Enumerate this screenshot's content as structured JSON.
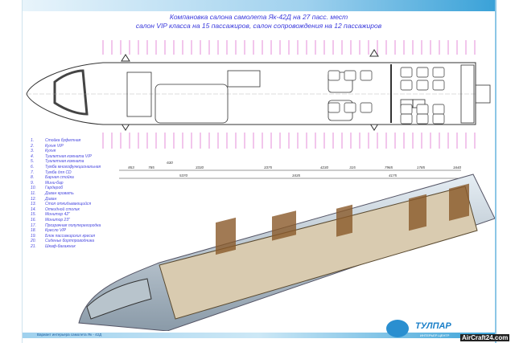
{
  "title": {
    "line1": "Компановка салона самолета Як-42Д на 27 пасс. мест",
    "line2": "салон VIP класса на 15 пассажиров, салон сопровождения на 12 пассажиров"
  },
  "legend": [
    {
      "n": "1.",
      "label": "Стойка буфетная"
    },
    {
      "n": "2.",
      "label": "Кухня VIP"
    },
    {
      "n": "3.",
      "label": "Кухня"
    },
    {
      "n": "4.",
      "label": "Туалетная комната VIP"
    },
    {
      "n": "5.",
      "label": "Туалетная комната"
    },
    {
      "n": "6.",
      "label": "Тумба многофункциональная"
    },
    {
      "n": "7.",
      "label": "Тумба для CD"
    },
    {
      "n": "8.",
      "label": "Барная стойка"
    },
    {
      "n": "9.",
      "label": "Мини-бар"
    },
    {
      "n": "10.",
      "label": "Гардероб"
    },
    {
      "n": "11.",
      "label": "Диван кровать"
    },
    {
      "n": "12.",
      "label": "Диван"
    },
    {
      "n": "13.",
      "label": "Стол откидывающийся"
    },
    {
      "n": "14.",
      "label": "Откидной столик"
    },
    {
      "n": "15.",
      "label": "Монитор 42\""
    },
    {
      "n": "16.",
      "label": "Монитор 23\""
    },
    {
      "n": "17.",
      "label": "Прозрачная полуперегородка"
    },
    {
      "n": "18.",
      "label": "Кресло VIP"
    },
    {
      "n": "19.",
      "label": "Блок пассажирских кресел"
    },
    {
      "n": "20.",
      "label": "Сиденье бортпроводника"
    },
    {
      "n": "21.",
      "label": "Шкаф-багажник"
    }
  ],
  "dimensions": [
    "853",
    "785",
    "630",
    "3330",
    "5370",
    "3375",
    "3435",
    "4230",
    "315",
    "7965",
    "1785",
    "4175",
    "1640"
  ],
  "footer": {
    "caption": "Вариант интерьера самолета Як - 42Д",
    "brand": "ТУЛПАР",
    "brand_sub": "ИНТЕРЬЕР-ЦЕНТР",
    "watermark": "AirCraft24.com"
  },
  "colors": {
    "accent": "#3a3adc",
    "frame": "#3aa2d8",
    "dim_lines": "#e070d0"
  }
}
